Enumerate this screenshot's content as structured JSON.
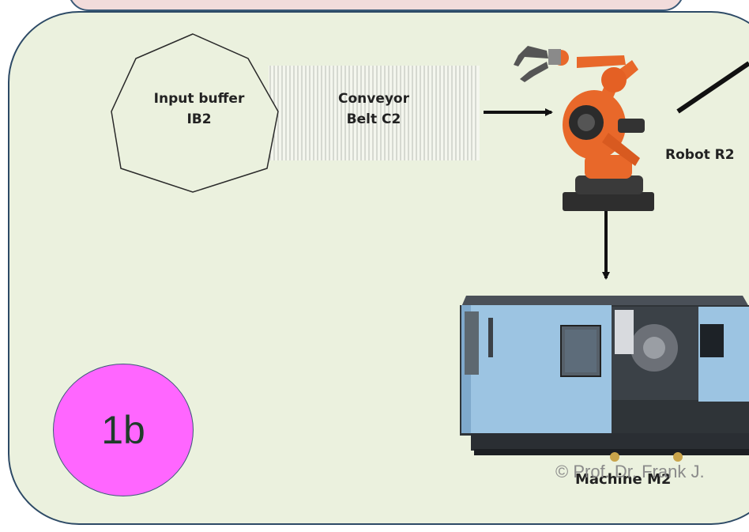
{
  "diagram": {
    "input_buffer": {
      "line1": "Input buffer",
      "line2": "IB2"
    },
    "conveyor": {
      "line1": "Conveyor",
      "line2": "Belt C2"
    },
    "robot": {
      "label": "Robot R2"
    },
    "machine": {
      "label": "Machine M2"
    },
    "badge": {
      "text": "1b"
    },
    "copyright": "© Prof. Dr. Frank J."
  },
  "colors": {
    "panel_background": "#ebf1de",
    "top_panel_background": "#f2dcdb",
    "panel_border": "#2d4a66",
    "badge_fill": "#ff66ff",
    "robot_orange": "#e8682a",
    "machine_blue": "#9cc4e2"
  }
}
